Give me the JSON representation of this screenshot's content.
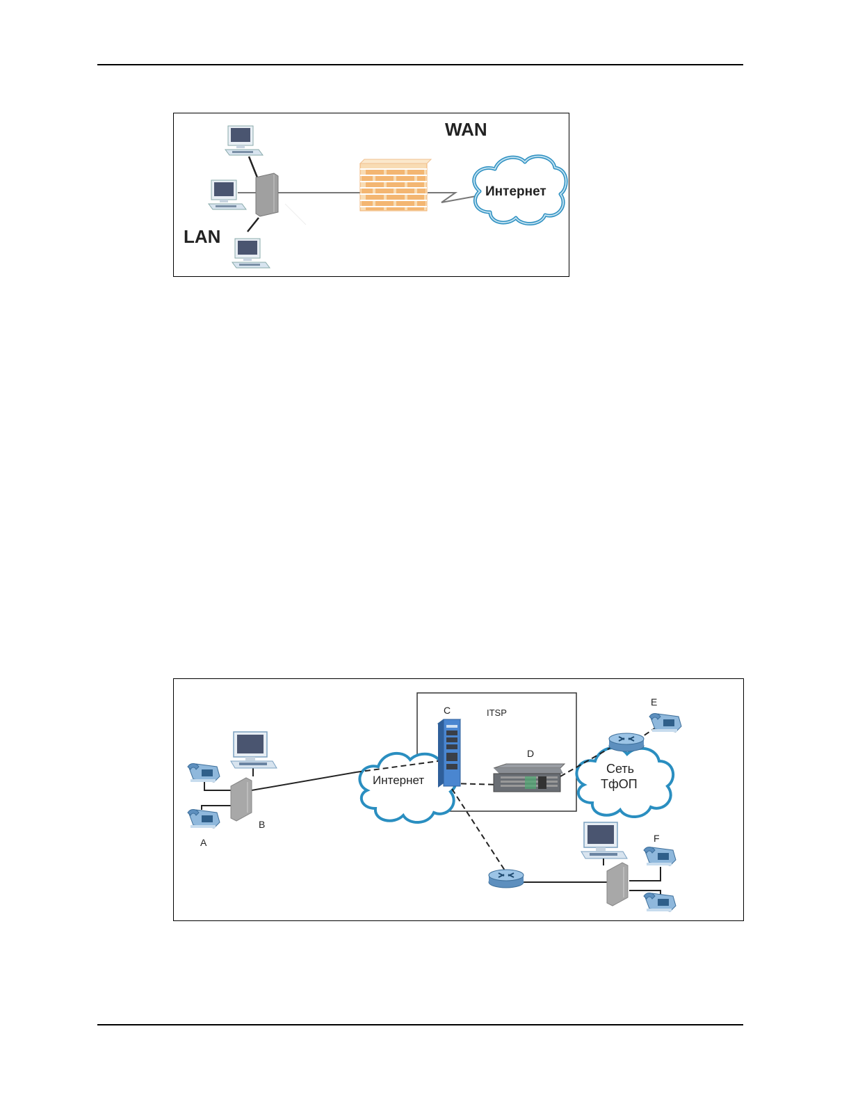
{
  "page": {
    "figure1": {
      "labels": {
        "wan": "WAN",
        "lan": "LAN",
        "internet": "Интернет"
      },
      "nodes": [
        "computer",
        "computer",
        "computer",
        "wireless-router",
        "firewall",
        "internet-cloud"
      ]
    },
    "figure2": {
      "labels": {
        "a": "A",
        "b": "B",
        "c": "C",
        "d": "D",
        "e": "E",
        "f": "F",
        "itsp": "ITSP",
        "internet": "Интернет",
        "pstn_line1": "Сеть",
        "pstn_line2": "ТфОП"
      }
    },
    "colors": {
      "cloud_edge": "#2a8ec0",
      "firewall_brick": "#f3b672",
      "monitor_screen": "#4a5570",
      "device_grey": "#9a9a9a",
      "server_blue": "#4a86d0",
      "phone_blue": "#8fb8dc"
    }
  }
}
